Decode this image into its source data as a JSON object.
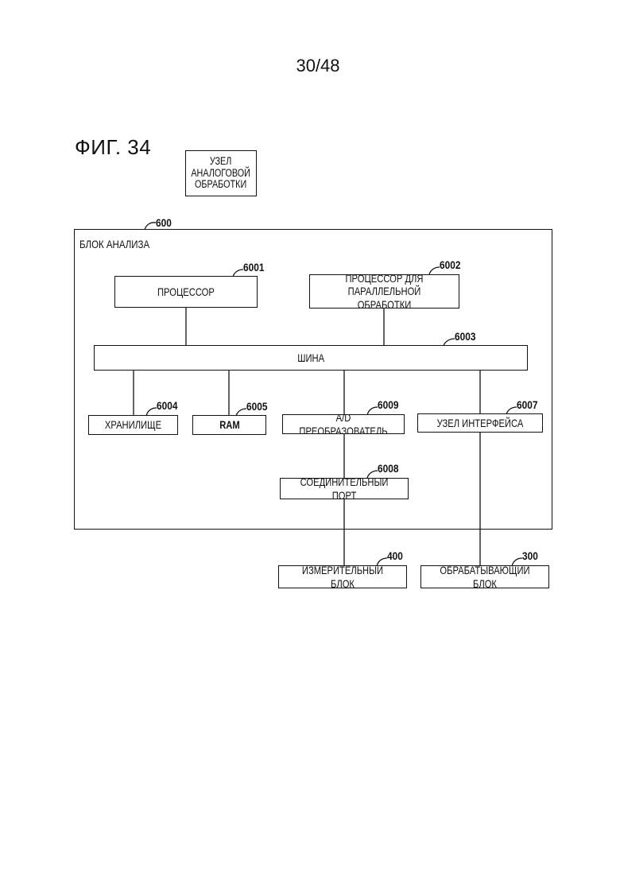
{
  "page_number": "30/48",
  "figure_title": "ФИГ. 34",
  "boxes": {
    "analog_processing": {
      "label": "УЗЕЛ\nАНАЛОГОВОЙ\nОБРАБОТКИ"
    },
    "analysis_block": {
      "label": "БЛОК АНАЛИЗА",
      "ref": "600"
    },
    "processor": {
      "label": "ПРОЦЕССОР",
      "ref": "6001"
    },
    "parallel_processor": {
      "label": "ПРОЦЕССОР ДЛЯ\nПАРАЛЛЕЛЬНОЙ ОБРАБОТКИ",
      "ref": "6002"
    },
    "bus": {
      "label": "ШИНА",
      "ref": "6003"
    },
    "storage": {
      "label": "ХРАНИЛИЩЕ",
      "ref": "6004"
    },
    "ram": {
      "label": "RAM",
      "ref": "6005"
    },
    "ad_converter": {
      "label": "A/D ПРЕОБРАЗОВАТЕЛЬ",
      "ref": "6009"
    },
    "interface_unit": {
      "label": "УЗЕЛ ИНТЕРФЕЙСА",
      "ref": "6007"
    },
    "connection_port": {
      "label": "СОЕДИНИТЕЛЬНЫЙ ПОРТ",
      "ref": "6008"
    },
    "measurement_block": {
      "label": "ИЗМЕРИТЕЛЬНЫЙ БЛОК",
      "ref": "400"
    },
    "processing_block": {
      "label": "ОБРАБАТЫВАЮЩИЙ БЛОК",
      "ref": "300"
    }
  },
  "colors": {
    "line": "#111111",
    "background": "#ffffff"
  }
}
